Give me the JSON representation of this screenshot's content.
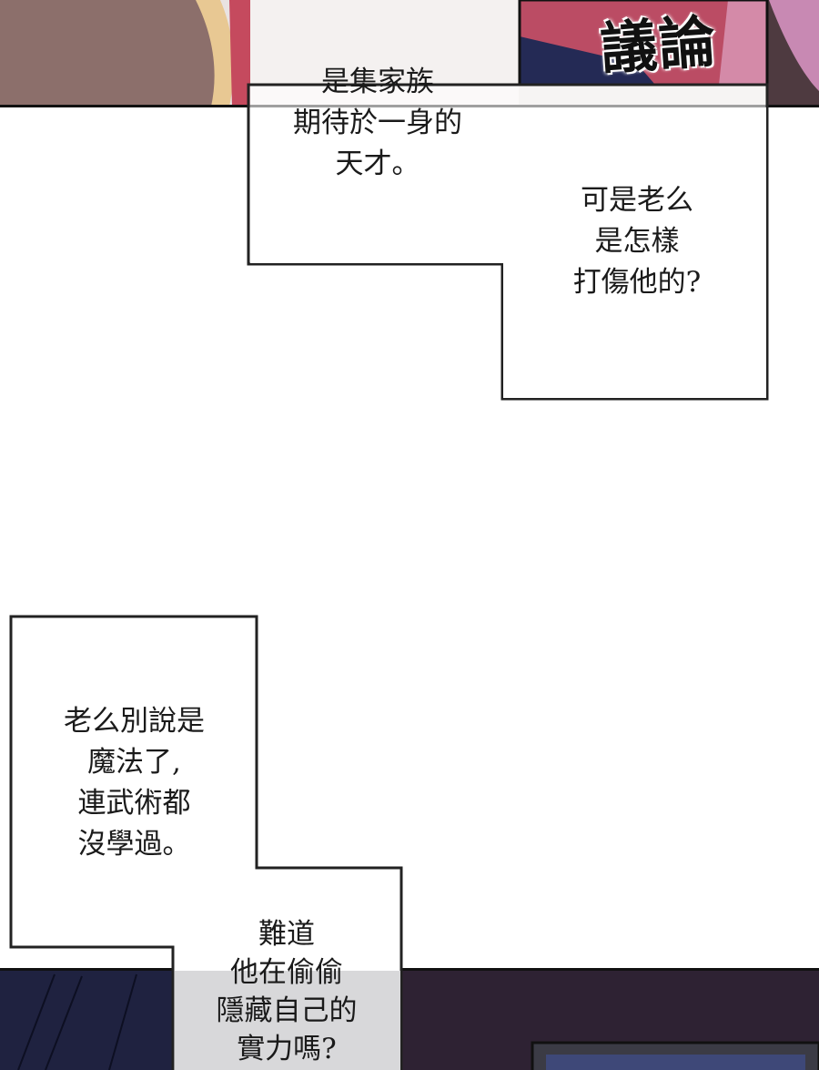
{
  "sfx": "議論",
  "bubbles": [
    {
      "lines": [
        "是集家族",
        "期待於一身的",
        "天才。"
      ]
    },
    {
      "lines": [
        "可是老么",
        "是怎樣",
        "打傷他的?"
      ]
    },
    {
      "lines": [
        "老么別說是",
        "魔法了,",
        "連武術都",
        "沒學過。"
      ]
    },
    {
      "lines": [
        "難道",
        "他在偷偷",
        "隱藏自己的",
        "實力嗎?"
      ]
    }
  ]
}
